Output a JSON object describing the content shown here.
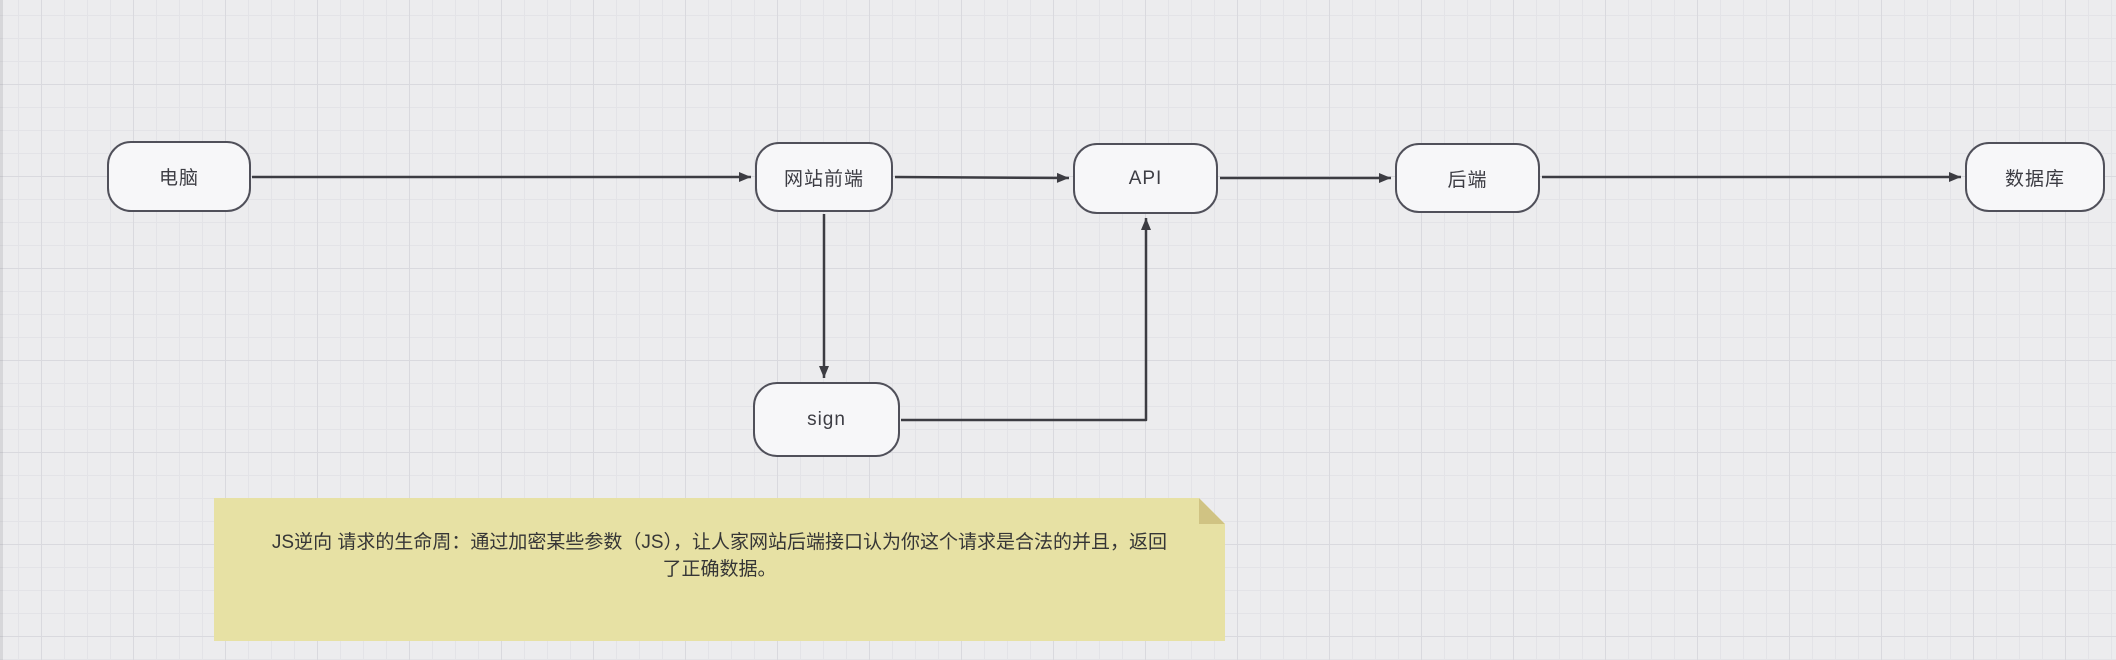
{
  "diagram": {
    "nodes": [
      {
        "id": "computer",
        "label": "电脑"
      },
      {
        "id": "frontend",
        "label": "网站前端"
      },
      {
        "id": "api",
        "label": "API"
      },
      {
        "id": "backend",
        "label": "后端"
      },
      {
        "id": "database",
        "label": "数据库"
      },
      {
        "id": "sign",
        "label": "sign"
      }
    ],
    "edges": [
      {
        "from": "电脑",
        "to": "网站前端",
        "shape": "straight-right"
      },
      {
        "from": "网站前端",
        "to": "API",
        "shape": "straight-right"
      },
      {
        "from": "API",
        "to": "后端",
        "shape": "straight-right"
      },
      {
        "from": "后端",
        "to": "数据库",
        "shape": "straight-right"
      },
      {
        "from": "网站前端",
        "to": "sign",
        "shape": "straight-down"
      },
      {
        "from": "sign",
        "to": "API",
        "shape": "right-then-up"
      }
    ],
    "note": {
      "text": "JS逆向 请求的生命周：通过加密某些参数（JS），让人家网站后端接口认为你这个请求是合法的并且，返回了正确数据。"
    },
    "colors": {
      "canvas_bg": "#ececee",
      "grid_minor": "#e3e3e7",
      "grid_major": "#d9d9dd",
      "node_fill": "#f7f7f9",
      "node_border": "#50505a",
      "edge": "#3c3c42",
      "note_fill": "#e7e1a4",
      "note_fold": "#d0c383",
      "node_text": "#3d3d44",
      "note_text": "#363636"
    }
  }
}
